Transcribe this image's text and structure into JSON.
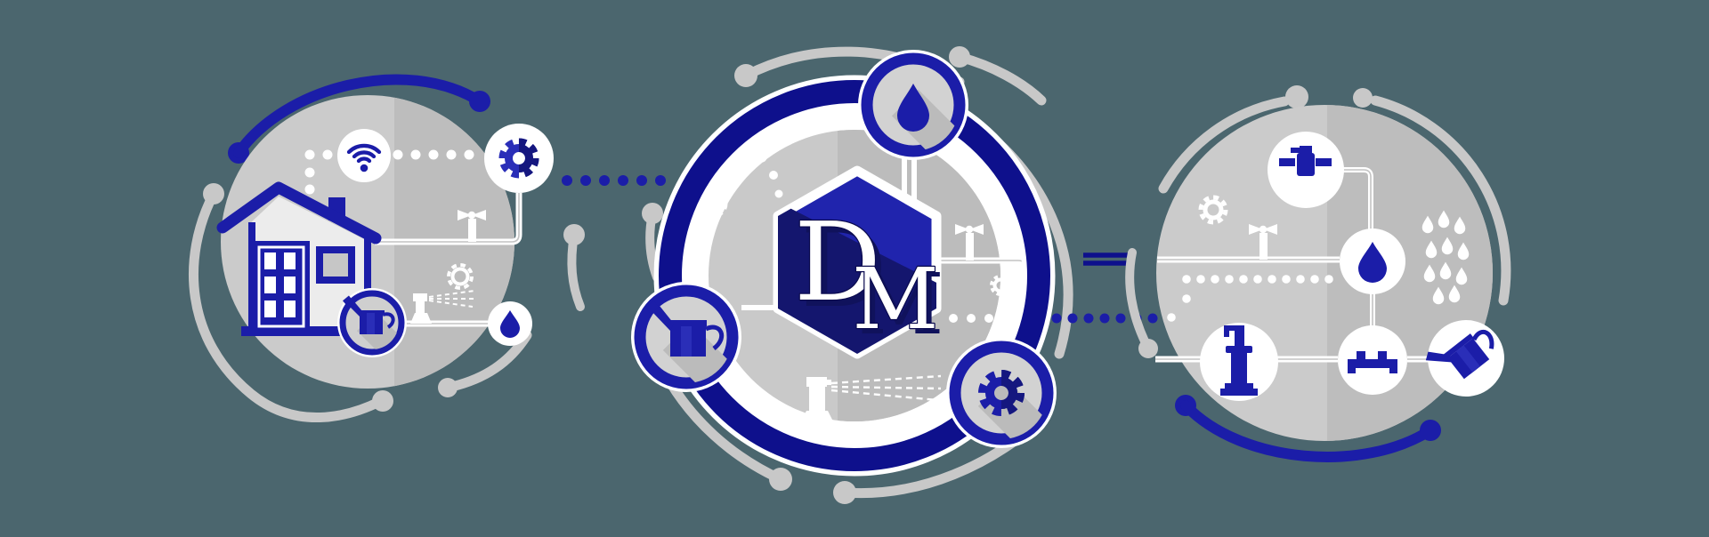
{
  "illustration": {
    "title": "DM smart irrigation system illustration",
    "monogram": {
      "d": "D",
      "m": "M"
    }
  },
  "colors": {
    "bg": "#4b666e",
    "blue": "#1b1da8",
    "blue-light": "#2a2eb8",
    "blue-deep": "#15177f",
    "ring": "#0e108c",
    "navy": "#0b0b4f",
    "hex": "#2024ad",
    "hex-shadow": "#14166e",
    "mono-shadow": "#10125c",
    "gray-light": "#cbcbcb",
    "gray-dark": "#bdbdbd",
    "disc": "#c9c9c9",
    "deco": "#c8c8c8",
    "badge": "#d2d2d2",
    "badge-shadow": "#bbbbbb",
    "house": "#ececec",
    "pipe-core": "#c3c3c3",
    "white": "#ffffff"
  },
  "scenes": {
    "left": {
      "icons": [
        "house-icon",
        "wifi-icon",
        "gear-icon",
        "faucet-icon",
        "sprinkler-icon",
        "watering-can-icon",
        "water-drop-icon"
      ]
    },
    "center": {
      "icons": [
        "dm-monogram",
        "water-drop-icon",
        "watering-can-icon",
        "gear-icon",
        "faucet-icon",
        "sprinkler-icon"
      ]
    },
    "right": {
      "icons": [
        "sprinkler-valve-icon",
        "gear-icon",
        "faucet-icon",
        "water-drop-icon",
        "rain-drops-icon",
        "water-pump-icon",
        "pipe-manifold-icon",
        "watering-can-icon"
      ]
    }
  }
}
